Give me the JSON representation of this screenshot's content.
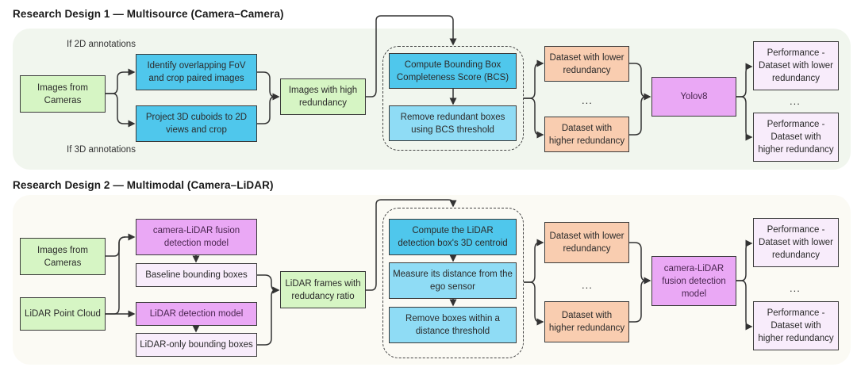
{
  "design1": {
    "title": "Research Design 1 — Multisource (Camera–Camera)",
    "note_2d": "If 2D annotations",
    "note_3d": "If 3D annotations",
    "input": "Images from Cameras",
    "branch_2d": "Identify overlapping FoV and crop paired images",
    "branch_3d": "Project 3D cuboids to 2D views and crop",
    "merged": "Images with high redundancy",
    "step1": "Compute Bounding Box Completeness Score (BCS)",
    "step2": "Remove redundant boxes using BCS threshold",
    "dataset_lower": "Dataset with lower redundancy",
    "dataset_higher": "Dataset with higher redundancy",
    "ellipsis": "...",
    "model": "Yolov8",
    "perf_lower": "Performance - Dataset with lower redundancy",
    "perf_higher": "Performance - Dataset with higher redundancy"
  },
  "design2": {
    "title": "Research Design 2 — Multimodal (Camera–LiDAR)",
    "input_cameras": "Images from Cameras",
    "input_lidar": "LiDAR Point Cloud",
    "fusion_model": "camera-LiDAR fusion detection model",
    "baseline_boxes": "Baseline bounding boxes",
    "lidar_model": "LiDAR detection model",
    "lidar_boxes": "LiDAR-only bounding boxes",
    "merged": "LiDAR frames with redudancy ratio",
    "step1": "Compute the LiDAR detection box's 3D centroid",
    "step2": "Measure its distance from the ego sensor",
    "step3": "Remove boxes within a distance threshold",
    "dataset_lower": "Dataset with lower redundancy",
    "dataset_higher": "Dataset with higher redundancy",
    "ellipsis": "...",
    "model": "camera-LiDAR fusion detection model",
    "perf_lower": "Performance - Dataset with lower redundancy",
    "perf_higher": "Performance - Dataset with higher redundancy"
  },
  "colors": {
    "input_green": "#d6f5c4",
    "process_blue": "#4fc7ec",
    "process_light_blue": "#8fdcf5",
    "dataset_orange": "#f9cdb0",
    "model_purple": "#eaa8f5",
    "output_light_purple": "#f8ecfb"
  }
}
